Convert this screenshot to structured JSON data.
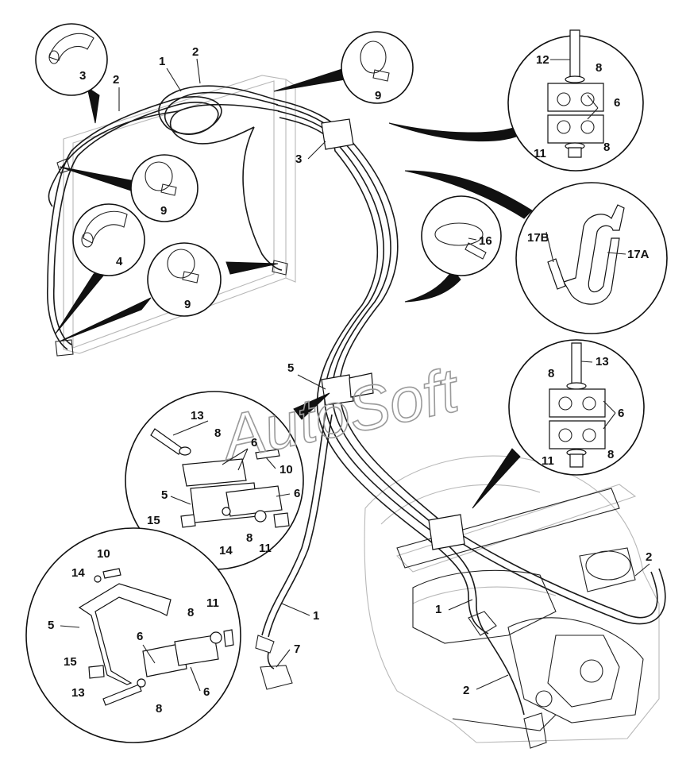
{
  "watermark": "AutoSoft",
  "labels": {
    "l1": "1",
    "l2": "2",
    "l3": "3",
    "l4": "4",
    "l5": "5",
    "l6": "6",
    "l7": "7",
    "l8": "8",
    "l9": "9",
    "l10": "10",
    "l11": "11",
    "l12": "12",
    "l13": "13",
    "l14": "14",
    "l15": "15",
    "l16": "16",
    "l17a": "17A",
    "l17b": "17B"
  }
}
